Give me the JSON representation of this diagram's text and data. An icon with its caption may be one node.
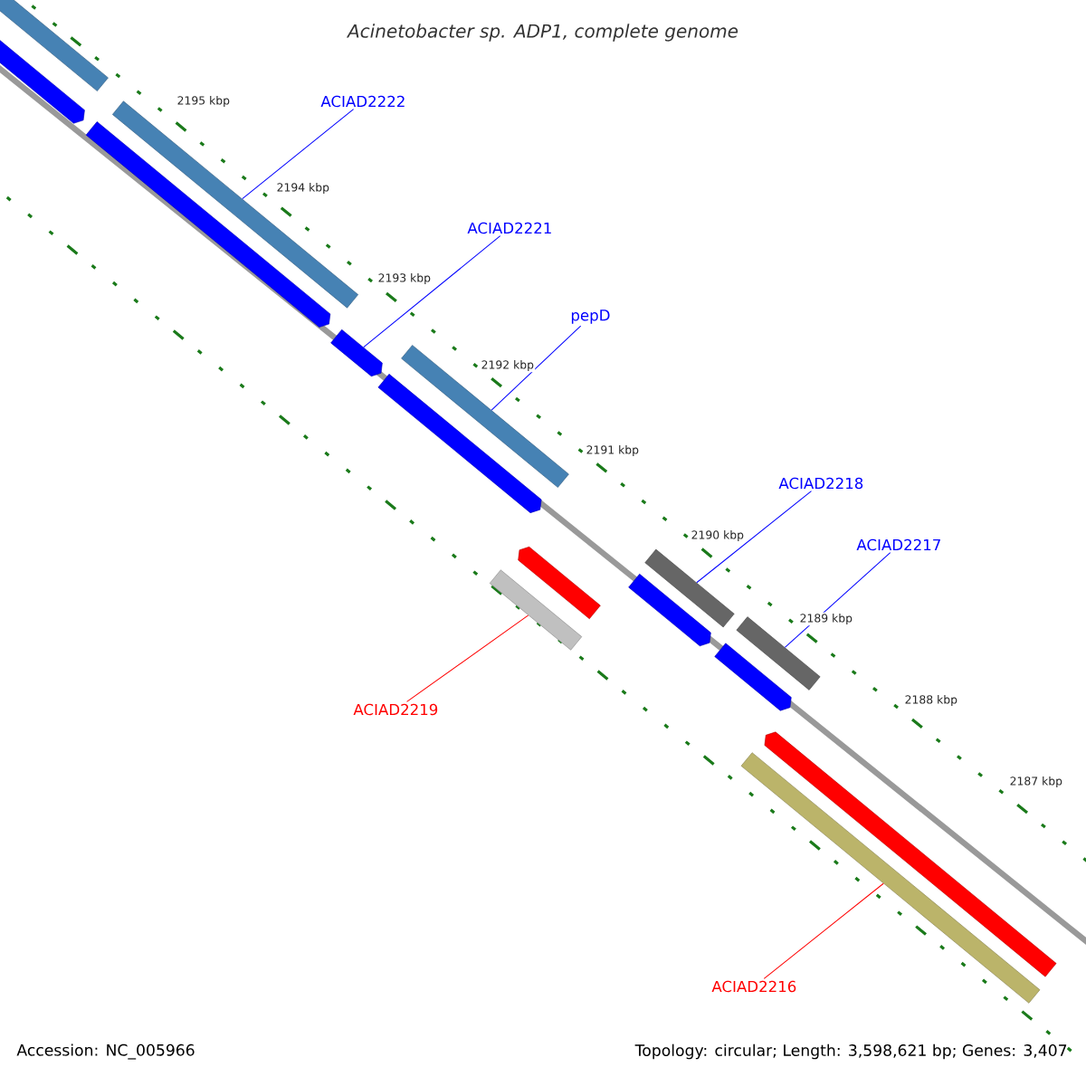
{
  "diagram": {
    "title": "Acinetobacter sp. ADP1, complete genome",
    "nodes": [
      {
        "text": [
          "ACIAD2222"
        ]
      },
      {
        "text": [
          "ACIAD2221"
        ]
      },
      {
        "text": [
          "pepD"
        ]
      },
      {
        "text": [
          "ACIAD2218"
        ]
      },
      {
        "text": [
          "ACIAD2217"
        ]
      },
      {
        "text": [
          "ACIAD2219"
        ]
      },
      {
        "text": [
          "ACIAD2216"
        ]
      },
      {
        "text": [],
        "shape": "bar"
      },
      {
        "text": [],
        "shape": "bar"
      },
      {
        "text": [],
        "shape": "bar"
      },
      {
        "text": [],
        "shape": "bar"
      },
      {
        "text": [],
        "shape": "bar"
      },
      {
        "text": [],
        "shape": "bar"
      },
      {
        "text": [],
        "shape": "bar"
      },
      {
        "text": [],
        "shape": "bar"
      },
      {
        "text": [],
        "shape": "bar"
      },
      {
        "text": [],
        "shape": "bar"
      },
      {
        "text": [],
        "shape": "bar"
      },
      {
        "text": [],
        "shape": "bar"
      },
      {
        "text": [],
        "shape": "bar"
      },
      {
        "text": [],
        "shape": "bar"
      },
      {
        "text": [],
        "shape": "bar"
      }
    ],
    "edges": [
      {
        "from": 0,
        "to": 9,
        "arrow": "none"
      },
      {
        "from": 1,
        "to": 11,
        "arrow": "none"
      },
      {
        "from": 2,
        "to": 12,
        "arrow": "none"
      },
      {
        "from": 3,
        "to": 16,
        "arrow": "none"
      },
      {
        "from": 4,
        "to": 18,
        "arrow": "none"
      },
      {
        "from": 5,
        "to": 14,
        "arrow": "none",
        "color": "#ff0000"
      },
      {
        "from": 6,
        "to": 20,
        "arrow": "none",
        "color": "#ff0000"
      }
    ],
    "labels": [
      "2195 kbp",
      "2194 kbp",
      "2193 kbp",
      "2192 kbp",
      "2191 kbp",
      "2190 kbp",
      "2189 kbp",
      "2188 kbp",
      "2187 kbp",
      "Accession: NC_005966",
      "Topology: circular; Length: 3,598,621 bp; Genes: 3,407"
    ]
  }
}
